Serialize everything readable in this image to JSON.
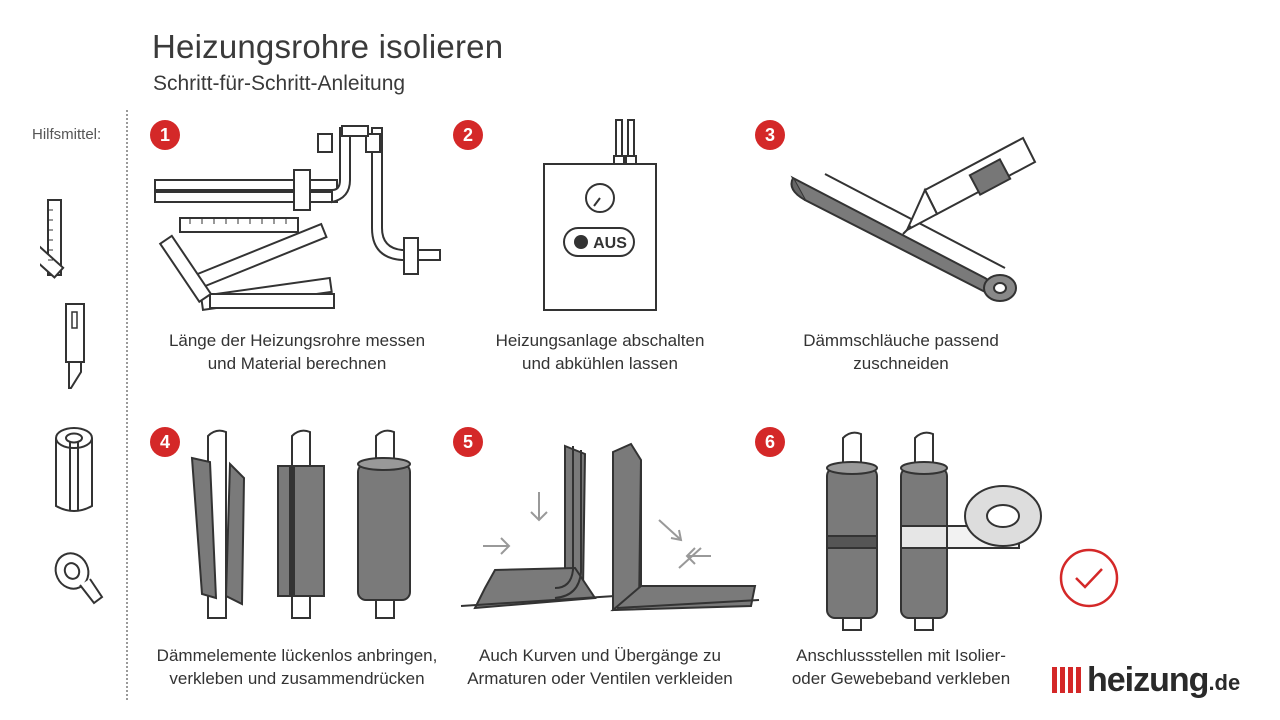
{
  "header": {
    "title": "Heizungsrohre isolieren",
    "subtitle": "Schritt-für-Schritt-Anleitung"
  },
  "sidebar": {
    "label": "Hilfsmittel:",
    "tools": [
      "folding-ruler-icon",
      "cutter-knife-icon",
      "insulation-tube-icon",
      "tape-roll-icon"
    ]
  },
  "steps": [
    {
      "number": "1",
      "line1": "Länge der Heizungsrohre messen",
      "line2": "und Material berechnen"
    },
    {
      "number": "2",
      "line1": "Heizungsanlage abschalten",
      "line2": "und abkühlen lassen",
      "boiler_label": "AUS"
    },
    {
      "number": "3",
      "line1": "Dämmschläuche passend",
      "line2": "zuschneiden"
    },
    {
      "number": "4",
      "line1": "Dämmelemente lückenlos anbringen,",
      "line2": "verkleben und zusammendrücken"
    },
    {
      "number": "5",
      "line1": "Auch Kurven und Übergänge zu",
      "line2": "Armaturen oder Ventilen verkleiden"
    },
    {
      "number": "6",
      "line1": "Anschlussstellen mit Isolier-",
      "line2": "oder Gewebeband verkleben"
    }
  ],
  "logo": {
    "name": "heizung",
    "tld": ".de"
  },
  "colors": {
    "accent": "#d42828",
    "insulation": "#7a7a7a",
    "outline": "#333333"
  }
}
